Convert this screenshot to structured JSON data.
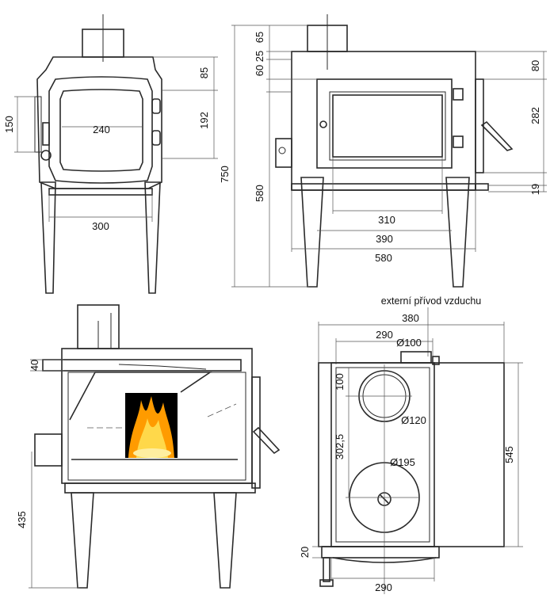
{
  "front_view": {
    "dim_width_window": "240",
    "dim_height_window_side": "150",
    "dim_width_base": "300",
    "dim_top_offset": "85",
    "dim_window_height": "192",
    "dim_total_height": "750"
  },
  "side_view": {
    "dim_top_65": "65",
    "dim_25": "25",
    "dim_60": "60",
    "dim_580_height": "580",
    "dim_80": "80",
    "dim_282": "282",
    "dim_19": "19",
    "dim_310": "310",
    "dim_390": "390",
    "dim_580_width": "580"
  },
  "section_view": {
    "dim_40": "40",
    "dim_435": "435"
  },
  "top_view": {
    "external_air_label": "externí přívod vzduchu",
    "dim_380": "380",
    "dim_290_top": "290",
    "dim_d100": "Ø100",
    "dim_100": "100",
    "dim_d120": "Ø120",
    "dim_302_5": "302,5",
    "dim_d195": "Ø195",
    "dim_545": "545",
    "dim_20": "20",
    "dim_290_bottom": "290"
  }
}
